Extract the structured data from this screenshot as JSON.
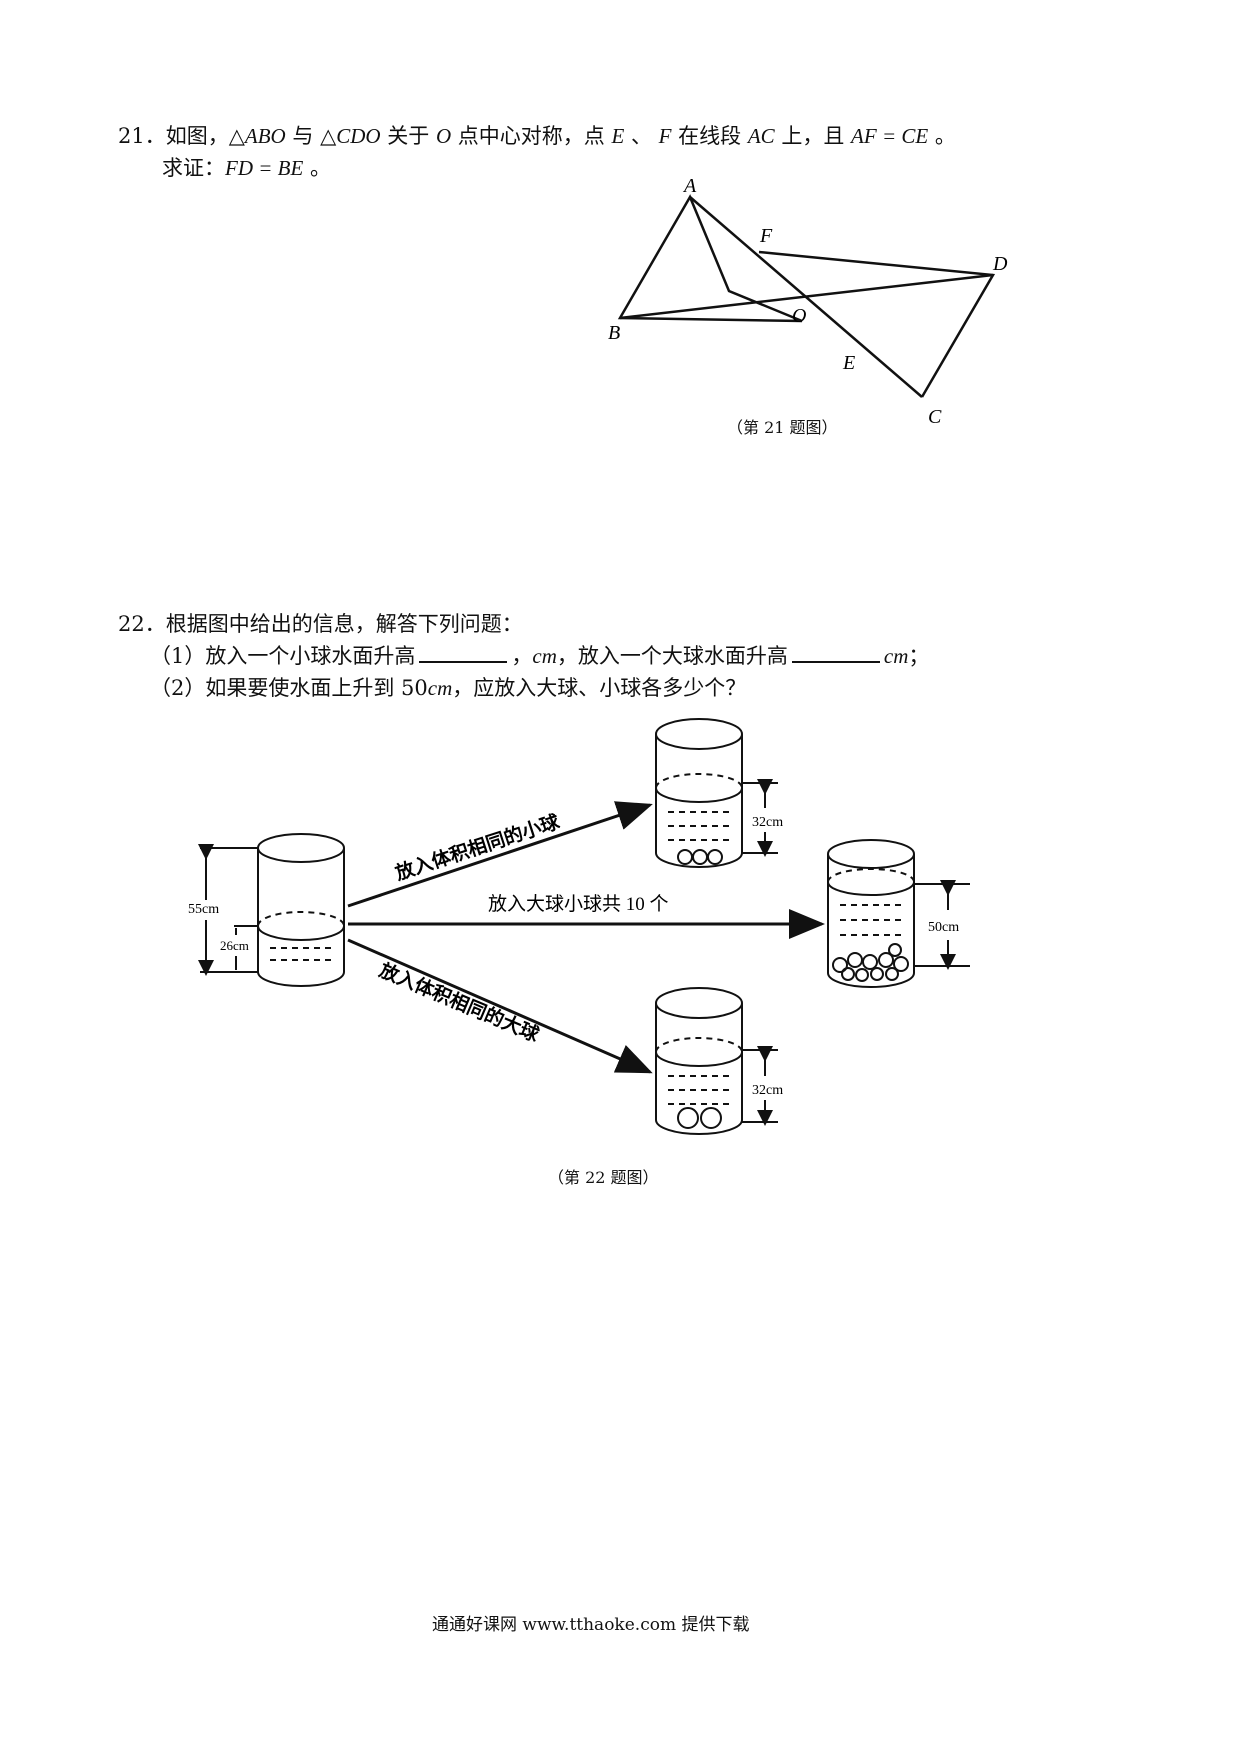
{
  "q21": {
    "number": "21．",
    "text_a": "如图，",
    "tri1": "△ABO",
    "text_b": " 与 ",
    "tri2": "△CDO",
    "text_c": " 关于 ",
    "point_o": "O",
    "text_d": " 点中心对称，点 ",
    "pt_e": "E",
    "text_e": " 、 ",
    "pt_f": "F",
    "text_f": " 在线段 ",
    "seg_ac": "AC",
    "text_g": " 上，且 ",
    "eq1": "AF = CE",
    "text_h": " 。",
    "prove_label": "求证：",
    "prove_eq": "FD = BE",
    "prove_end": " 。",
    "figure_labels": {
      "A": "A",
      "B": "B",
      "C": "C",
      "D": "D",
      "E": "E",
      "F": "F",
      "O": "O"
    },
    "caption": "（第 21 题图）"
  },
  "q22": {
    "number": "22．",
    "intro": "根据图中给出的信息，解答下列问题：",
    "part1_a": "（1）放入一个小球水面升高",
    "part1_b": "，",
    "unit_cm": "cm",
    "part1_c": "，放入一个大球水面升高",
    "part1_d": "；",
    "part2_a": "（2）如果要使水面上升到 50",
    "part2_b": "，应放入大球、小球各多少个？",
    "fig": {
      "label_small": "放入体积相同的小球",
      "label_large": "放入体积相同的大球",
      "label_mixed": "放入大球小球共 10 个",
      "h55": "55cm",
      "h26": "26cm",
      "h32a": "32cm",
      "h32b": "32cm",
      "h50": "50cm"
    },
    "caption": "（第 22 题图）"
  },
  "footer": "通通好课网  www.tthaoke.com  提供下载"
}
